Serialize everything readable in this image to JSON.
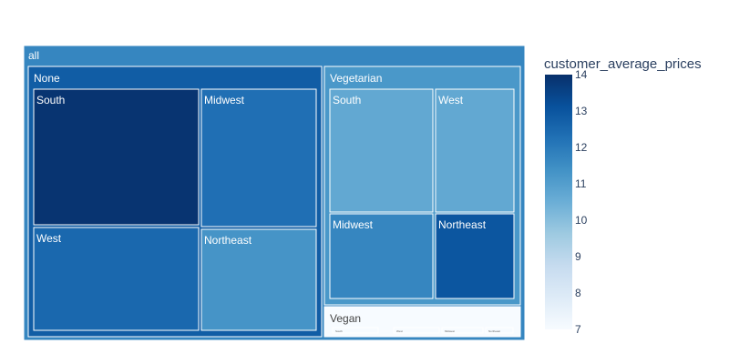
{
  "chart_data": {
    "type": "treemap",
    "color_title": "customer_average_prices",
    "colorscale": [
      "#f7fbff",
      "#deebf7",
      "#c6dbef",
      "#9ecae1",
      "#6baed6",
      "#4292c6",
      "#2171b5",
      "#08519c",
      "#08306b"
    ],
    "color_range": [
      7,
      14
    ],
    "colorbar_ticks": [
      7,
      8,
      9,
      10,
      11,
      12,
      13,
      14
    ],
    "root": {
      "label": "all",
      "color_value": 11.7,
      "children": [
        {
          "label": "None",
          "color_value": 12.8,
          "children": [
            {
              "label": "South",
              "color_value": 13.9
            },
            {
              "label": "Midwest",
              "color_value": 12.3
            },
            {
              "label": "West",
              "color_value": 12.5
            },
            {
              "label": "Northeast",
              "color_value": 11.3
            }
          ]
        },
        {
          "label": "Vegetarian",
          "color_value": 11.2,
          "children": [
            {
              "label": "South",
              "color_value": 10.7
            },
            {
              "label": "West",
              "color_value": 10.7
            },
            {
              "label": "Midwest",
              "color_value": 11.7
            },
            {
              "label": "Northeast",
              "color_value": 13.0
            }
          ]
        },
        {
          "label": "Vegan",
          "color_value": 7.0,
          "children": [
            {
              "label": "South",
              "color_value": 7.0
            },
            {
              "label": "West",
              "color_value": 7.0
            },
            {
              "label": "Midwest",
              "color_value": 7.0
            },
            {
              "label": "Northeast",
              "color_value": 7.0
            }
          ]
        }
      ]
    }
  }
}
